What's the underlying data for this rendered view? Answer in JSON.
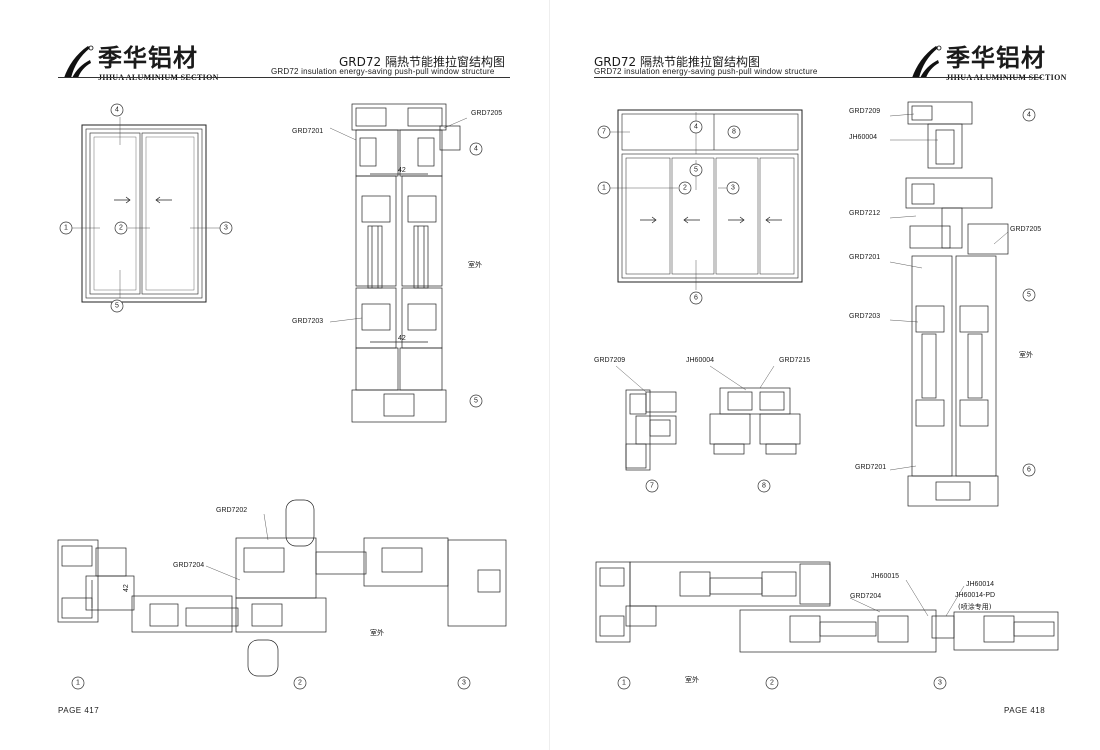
{
  "brand": {
    "name_cn": "季华铝材",
    "name_en": "JIHUA ALUMINIUM SECTION"
  },
  "left_page": {
    "title_cn": "GRD72 隔热节能推拉窗结构图",
    "title_en": "GRD72 insulation energy-saving push-pull window structure",
    "page_number": "PAGE 417",
    "elevation_callouts": [
      "1",
      "2",
      "3",
      "4",
      "5"
    ],
    "vertical_section": {
      "labels": [
        "GRD7205",
        "GRD7201",
        "GRD7203"
      ],
      "dimension": "42",
      "callouts": [
        "4",
        "5"
      ],
      "outdoor": "室外"
    },
    "horizontal_section": {
      "labels": [
        "GRD7202",
        "GRD7204"
      ],
      "dimension": "42",
      "callouts": [
        "1",
        "2",
        "3"
      ],
      "outdoor": "室外"
    }
  },
  "right_page": {
    "title_cn": "GRD72 隔热节能推拉窗结构图",
    "title_en": "GRD72 insulation energy-saving push-pull window structure",
    "page_number": "PAGE 418",
    "elevation_callouts": [
      "1",
      "2",
      "3",
      "4",
      "5",
      "6",
      "7",
      "8"
    ],
    "vertical_section": {
      "labels": [
        "GRD7209",
        "JH60004",
        "GRD7212",
        "GRD7205",
        "GRD7201",
        "GRD7203",
        "GRD7201"
      ],
      "callouts": [
        "4",
        "5",
        "6"
      ],
      "outdoor": "室外"
    },
    "detail_sections": {
      "labels": [
        "GRD7209",
        "JH60004",
        "GRD7215"
      ],
      "callouts": [
        "7",
        "8"
      ]
    },
    "horizontal_section": {
      "labels": [
        "JH60015",
        "JH60014",
        "JH60014-PD",
        "(喷涂专用)",
        "GRD7204"
      ],
      "callouts": [
        "1",
        "2",
        "3"
      ],
      "outdoor": "室外"
    }
  }
}
